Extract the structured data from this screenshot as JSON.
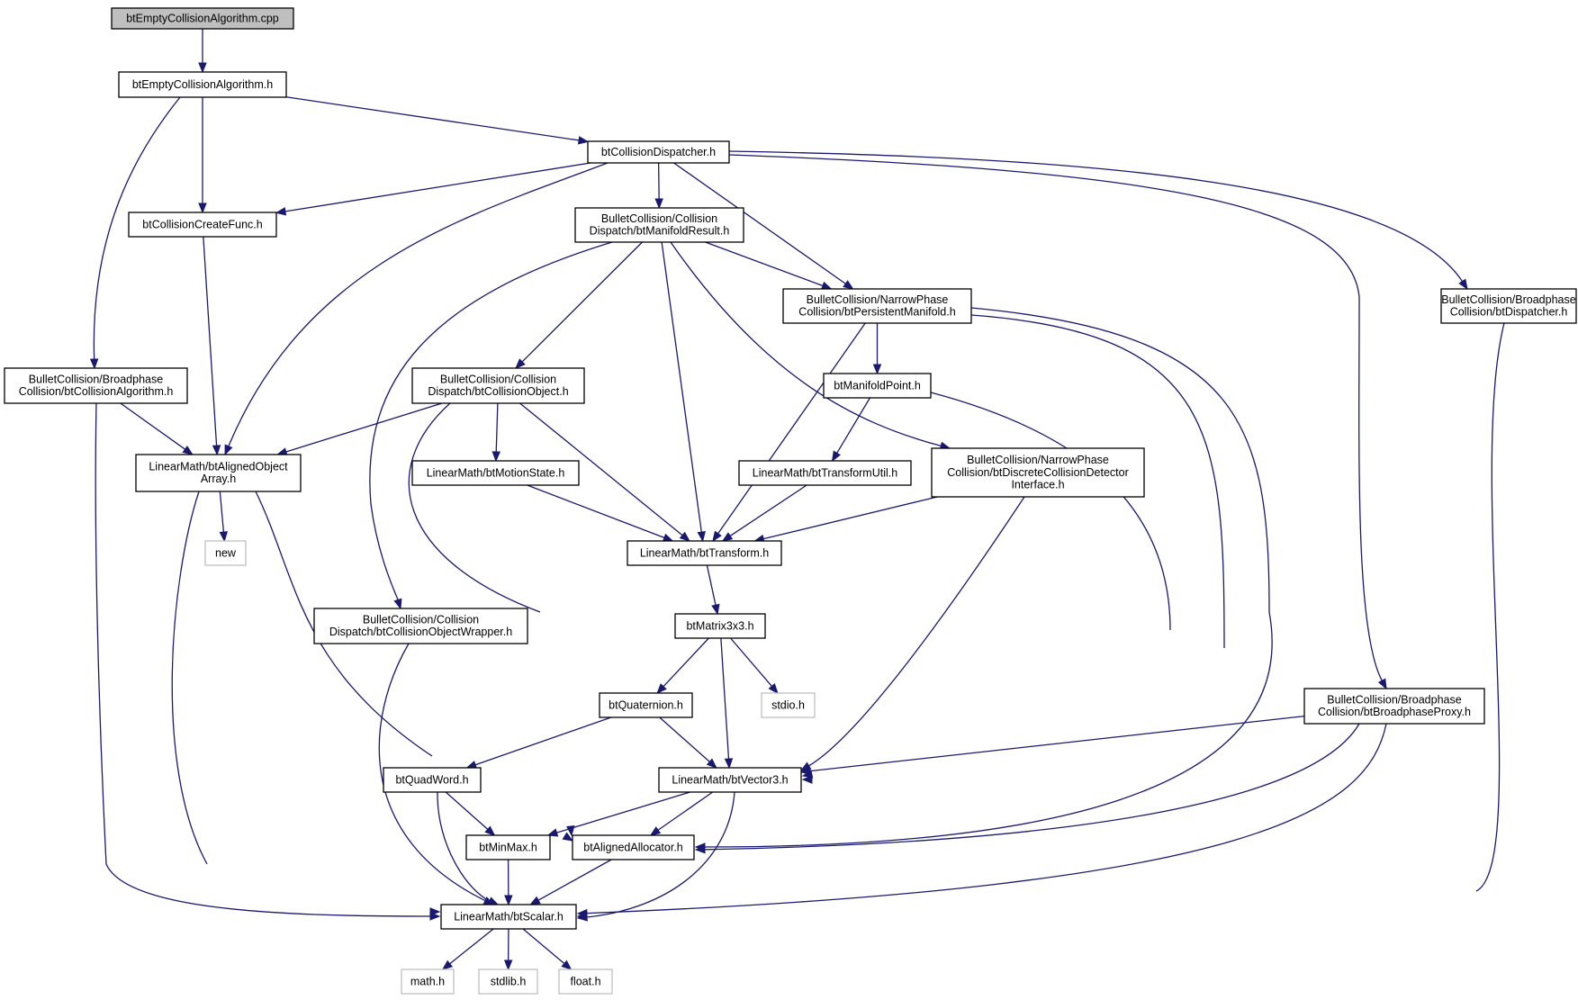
{
  "graph": {
    "edge_color": "#191970",
    "root_fill": "#bfbfbf",
    "system_header_border": "#bfbfbf",
    "nodes": [
      {
        "id": "root",
        "lines": [
          "btEmptyCollisionAlgorithm.cpp"
        ],
        "kind": "root"
      },
      {
        "id": "eca_h",
        "lines": [
          "btEmptyCollisionAlgorithm.h"
        ]
      },
      {
        "id": "dispatcher_h",
        "lines": [
          "btCollisionDispatcher.h"
        ]
      },
      {
        "id": "createfunc_h",
        "lines": [
          "btCollisionCreateFunc.h"
        ]
      },
      {
        "id": "manifoldresult_h",
        "lines": [
          "BulletCollision/Collision",
          "Dispatch/btManifoldResult.h"
        ]
      },
      {
        "id": "persistentmanifold_h",
        "lines": [
          "BulletCollision/NarrowPhase",
          "Collision/btPersistentManifold.h"
        ]
      },
      {
        "id": "btdispatcher_h",
        "lines": [
          "BulletCollision/Broadphase",
          "Collision/btDispatcher.h"
        ]
      },
      {
        "id": "collisionalgorithm_h",
        "lines": [
          "BulletCollision/Broadphase",
          "Collision/btCollisionAlgorithm.h"
        ]
      },
      {
        "id": "collisionobject_h",
        "lines": [
          "BulletCollision/Collision",
          "Dispatch/btCollisionObject.h"
        ]
      },
      {
        "id": "manifoldpoint_h",
        "lines": [
          "btManifoldPoint.h"
        ]
      },
      {
        "id": "alignedobjectarray_h",
        "lines": [
          "LinearMath/btAlignedObject",
          "Array.h"
        ]
      },
      {
        "id": "motionstate_h",
        "lines": [
          "LinearMath/btMotionState.h"
        ]
      },
      {
        "id": "transformutil_h",
        "lines": [
          "LinearMath/btTransformUtil.h"
        ]
      },
      {
        "id": "discretecd_h",
        "lines": [
          "BulletCollision/NarrowPhase",
          "Collision/btDiscreteCollisionDetector",
          "Interface.h"
        ]
      },
      {
        "id": "new",
        "lines": [
          "new"
        ],
        "kind": "sys"
      },
      {
        "id": "transform_h",
        "lines": [
          "LinearMath/btTransform.h"
        ]
      },
      {
        "id": "objectwrapper_h",
        "lines": [
          "BulletCollision/Collision",
          "Dispatch/btCollisionObjectWrapper.h"
        ]
      },
      {
        "id": "matrix3x3_h",
        "lines": [
          "btMatrix3x3.h"
        ]
      },
      {
        "id": "quaternion_h",
        "lines": [
          "btQuaternion.h"
        ]
      },
      {
        "id": "stdio_h",
        "lines": [
          "stdio.h"
        ],
        "kind": "sys"
      },
      {
        "id": "broadphaseproxy_h",
        "lines": [
          "BulletCollision/Broadphase",
          "Collision/btBroadphaseProxy.h"
        ]
      },
      {
        "id": "quadword_h",
        "lines": [
          "btQuadWord.h"
        ]
      },
      {
        "id": "vector3_h",
        "lines": [
          "LinearMath/btVector3.h"
        ]
      },
      {
        "id": "minmax_h",
        "lines": [
          "btMinMax.h"
        ]
      },
      {
        "id": "alignedallocator_h",
        "lines": [
          "btAlignedAllocator.h"
        ]
      },
      {
        "id": "scalar_h",
        "lines": [
          "LinearMath/btScalar.h"
        ]
      },
      {
        "id": "math_h",
        "lines": [
          "math.h"
        ],
        "kind": "sys"
      },
      {
        "id": "stdlib_h",
        "lines": [
          "stdlib.h"
        ],
        "kind": "sys"
      },
      {
        "id": "float_h",
        "lines": [
          "float.h"
        ],
        "kind": "sys"
      }
    ],
    "edges": [
      [
        "root",
        "eca_h"
      ],
      [
        "eca_h",
        "dispatcher_h"
      ],
      [
        "eca_h",
        "createfunc_h"
      ],
      [
        "eca_h",
        "collisionalgorithm_h"
      ],
      [
        "dispatcher_h",
        "createfunc_h"
      ],
      [
        "dispatcher_h",
        "alignedobjectarray_h"
      ],
      [
        "dispatcher_h",
        "manifoldresult_h"
      ],
      [
        "dispatcher_h",
        "persistentmanifold_h"
      ],
      [
        "dispatcher_h",
        "btdispatcher_h"
      ],
      [
        "dispatcher_h",
        "broadphaseproxy_h"
      ],
      [
        "createfunc_h",
        "alignedobjectarray_h"
      ],
      [
        "manifoldresult_h",
        "persistentmanifold_h"
      ],
      [
        "manifoldresult_h",
        "collisionobject_h"
      ],
      [
        "manifoldresult_h",
        "transform_h"
      ],
      [
        "manifoldresult_h",
        "discretecd_h"
      ],
      [
        "manifoldresult_h",
        "objectwrapper_h"
      ],
      [
        "persistentmanifold_h",
        "manifoldpoint_h"
      ],
      [
        "persistentmanifold_h",
        "transform_h"
      ],
      [
        "persistentmanifold_h",
        "vector3_h"
      ],
      [
        "persistentmanifold_h",
        "alignedallocator_h"
      ],
      [
        "btdispatcher_h",
        "scalar_h"
      ],
      [
        "collisionalgorithm_h",
        "alignedobjectarray_h"
      ],
      [
        "collisionalgorithm_h",
        "scalar_h"
      ],
      [
        "collisionobject_h",
        "alignedobjectarray_h"
      ],
      [
        "collisionobject_h",
        "motionstate_h"
      ],
      [
        "collisionobject_h",
        "transform_h"
      ],
      [
        "collisionobject_h",
        "alignedallocator_h"
      ],
      [
        "manifoldpoint_h",
        "transformutil_h"
      ],
      [
        "manifoldpoint_h",
        "vector3_h"
      ],
      [
        "alignedobjectarray_h",
        "new"
      ],
      [
        "alignedobjectarray_h",
        "scalar_h"
      ],
      [
        "alignedobjectarray_h",
        "alignedallocator_h"
      ],
      [
        "motionstate_h",
        "transform_h"
      ],
      [
        "transformutil_h",
        "transform_h"
      ],
      [
        "discretecd_h",
        "transform_h"
      ],
      [
        "discretecd_h",
        "vector3_h"
      ],
      [
        "transform_h",
        "matrix3x3_h"
      ],
      [
        "objectwrapper_h",
        "scalar_h"
      ],
      [
        "matrix3x3_h",
        "quaternion_h"
      ],
      [
        "matrix3x3_h",
        "vector3_h"
      ],
      [
        "matrix3x3_h",
        "stdio_h"
      ],
      [
        "quaternion_h",
        "quadword_h"
      ],
      [
        "quaternion_h",
        "vector3_h"
      ],
      [
        "broadphaseproxy_h",
        "vector3_h"
      ],
      [
        "broadphaseproxy_h",
        "alignedallocator_h"
      ],
      [
        "broadphaseproxy_h",
        "scalar_h"
      ],
      [
        "quadword_h",
        "minmax_h"
      ],
      [
        "quadword_h",
        "scalar_h"
      ],
      [
        "vector3_h",
        "minmax_h"
      ],
      [
        "vector3_h",
        "alignedallocator_h"
      ],
      [
        "vector3_h",
        "scalar_h"
      ],
      [
        "minmax_h",
        "scalar_h"
      ],
      [
        "alignedallocator_h",
        "scalar_h"
      ],
      [
        "scalar_h",
        "math_h"
      ],
      [
        "scalar_h",
        "stdlib_h"
      ],
      [
        "scalar_h",
        "float_h"
      ]
    ]
  }
}
